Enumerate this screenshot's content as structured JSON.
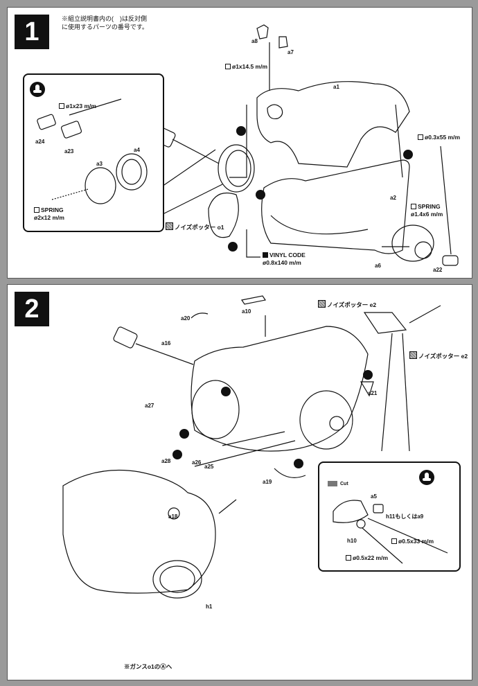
{
  "step1": {
    "number": "1",
    "note_line1": "※組立説明書内の(　)は反対側",
    "note_line2": "に使用するパーツの番号です。",
    "labels": {
      "a8": "a8",
      "a7": "a7",
      "a1": "a1",
      "a24": "a24",
      "a23": "a23",
      "a3": "a3",
      "a4": "a4",
      "a2": "a2",
      "a6": "a6",
      "a22": "a22"
    },
    "specs": {
      "rod_1x14": "ø1x14.5 m/m",
      "rod_1x23": "ø1x23 m/m",
      "rod_03x55": "ø0.3x55 m/m",
      "spring_left_title": "SPRING",
      "spring_left_size": "ø2x12 m/m",
      "spring_right_title": "SPRING",
      "spring_right_size": "ø1.4x6 m/m",
      "noise_pot": "ノイズポッター o1",
      "vinyl_title": "VINYL CODE",
      "vinyl_size": "ø0.8x140 m/m"
    }
  },
  "step2": {
    "number": "2",
    "labels": {
      "a20": "a20",
      "a10": "a10",
      "a16": "a16",
      "a27": "a27",
      "a21": "a21",
      "a28": "a28",
      "a26": "a26",
      "a25": "a25",
      "a19": "a19",
      "a18": "a18",
      "h1": "h1",
      "a5": "a5",
      "h11": "h11もしくはa9",
      "h10": "h10"
    },
    "specs": {
      "noise_top": "ノイズポッター e2",
      "noise_right": "ノイズポッター e2",
      "rod_05x33": "ø0.5x33 m/m",
      "rod_05x22": "ø0.5x22 m/m",
      "cut": "Cut",
      "footnote": "※ガンスo1のⒶへ"
    }
  }
}
